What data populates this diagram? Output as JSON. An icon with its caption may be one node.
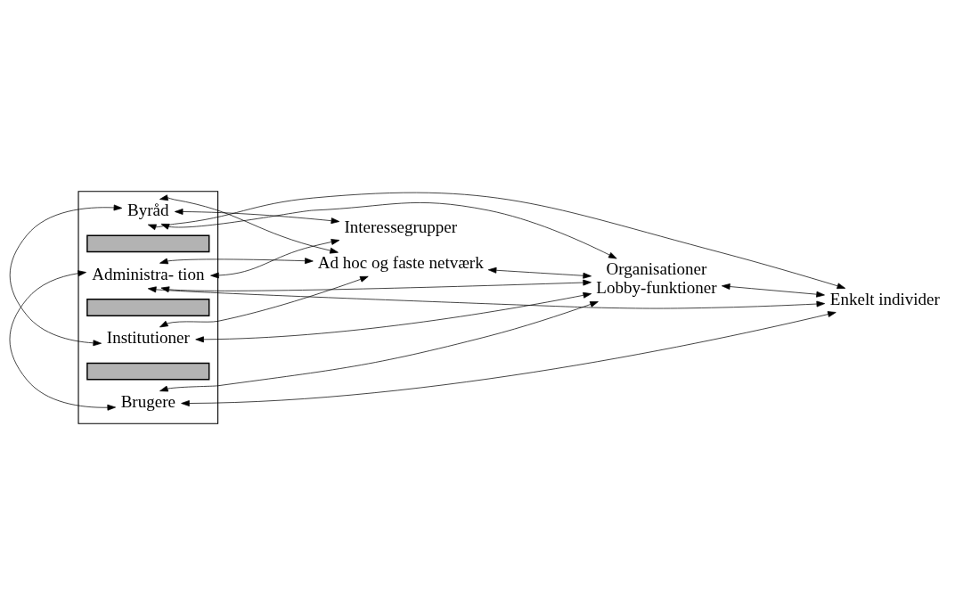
{
  "diagram": {
    "nodes": [
      {
        "text": [],
        "shape": "box"
      },
      {
        "text": [
          "Byråd"
        ],
        "in": 0
      },
      {
        "text": [],
        "shape": "bar",
        "in": 0
      },
      {
        "text": [
          "Administra- tion"
        ],
        "in": 0
      },
      {
        "text": [],
        "shape": "bar",
        "in": 0
      },
      {
        "text": [
          "Institutioner"
        ],
        "in": 0
      },
      {
        "text": [],
        "shape": "bar",
        "in": 0
      },
      {
        "text": [
          "Brugere"
        ],
        "in": 0
      },
      {
        "text": [
          "Ad hoc og faste netværk"
        ]
      },
      {
        "text": [
          "Interessegrupper"
        ]
      },
      {
        "text": [
          "Organisationer",
          "Lobby-funktioner"
        ]
      },
      {
        "text": [
          "Enkelt individer"
        ]
      }
    ],
    "edges": [
      {
        "from": 1,
        "to": 5,
        "arrow": "both"
      },
      {
        "from": 3,
        "to": 7,
        "arrow": "both"
      },
      {
        "from": 1,
        "to": 8,
        "arrow": "both"
      },
      {
        "from": 1,
        "to": 9,
        "arrow": "both"
      },
      {
        "from": 1,
        "to": 10,
        "arrow": "both"
      },
      {
        "from": 1,
        "to": 11,
        "arrow": "both"
      },
      {
        "from": 3,
        "to": 8,
        "arrow": "both"
      },
      {
        "from": 3,
        "to": 9,
        "arrow": "both"
      },
      {
        "from": 3,
        "to": 10,
        "arrow": "both"
      },
      {
        "from": 3,
        "to": 11,
        "arrow": "both"
      },
      {
        "from": 5,
        "to": 8,
        "arrow": "both"
      },
      {
        "from": 5,
        "to": 10,
        "arrow": "both"
      },
      {
        "from": 7,
        "to": 10,
        "arrow": "both"
      },
      {
        "from": 7,
        "to": 11,
        "arrow": "both"
      },
      {
        "from": 8,
        "to": 10,
        "arrow": "both"
      },
      {
        "from": 10,
        "to": 11,
        "arrow": "both"
      }
    ]
  }
}
